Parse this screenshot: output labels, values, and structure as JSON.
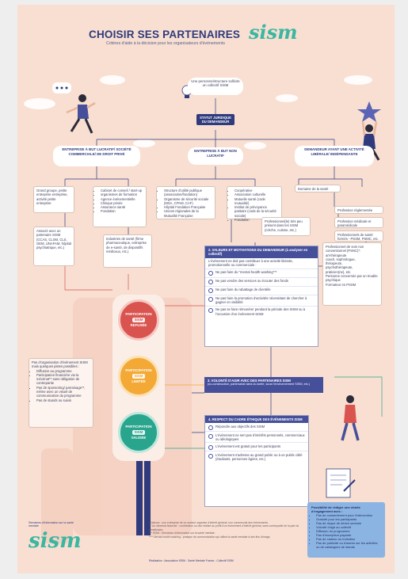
{
  "header": {
    "title": "CHOISIR SES PARTENAIRES",
    "brand_script": "sism",
    "subtitle": "Critères d'aide à la décision pour les organisateurs d'événements"
  },
  "request_bubble": "Une personne/structure sollicite un collectif SISM",
  "statut_label": "STATUT JURIDIQUE DU DEMANDEUR",
  "categories": {
    "left": "ENTREPRISE À BUT LUCRATIF/ SOCIÉTÉ COMMERCIALE/ DE DROIT PRIVÉ",
    "middle": "ENTREPRISE À BUT NON LUCRATIF",
    "right": "DEMANDEUR AYANT UNE ACTIVITÉ LIBÉRALE/ INDÉPENDANTE"
  },
  "left_boxes": {
    "groups": "Grand groupe, petite entreprise entreprise, activité petite entreprise",
    "cabinets": [
      "Cabinet de conseil / start-up",
      "organismes de formation",
      "Agence événementielle",
      "Clinique privée",
      "Assurance santé",
      "Fondation"
    ],
    "partner": "Associé avec un partenaire SISM (CCAS, CLSM, CLS, GEM, UNAFAM, hôpital psychiatrique, etc.)",
    "industry": "Industries de santé (firme pharmaceutique, entreprise de e-santé, de dispositifs médicaux, etc.)"
  },
  "middle_boxes": {
    "public": [
      "Structure d'utilité publique (association/fondation)",
      "Organisme de sécurité sociale (MSA, CPAM, CAF)",
      "Hôpital Fondation Française",
      "Unions régionales de la Mutualité Française"
    ],
    "coop": [
      "Coopérative",
      "Association culturelle",
      "Mutuelle santé (code mutualité)",
      "Institut de prévoyance paritaire (code de la sécurité sociale)",
      "Fondation"
    ]
  },
  "right_boxes": {
    "domain": "Domaine de la santé",
    "regulated": "Profession réglementée",
    "medical": "Profession médicale et paramédicale",
    "training": "Professionnels de santé formés - PSSM, PSMC, etc.",
    "unconventional": [
      "Professionnel de soin non conventionnel (PSNC)*:",
      "art-thérapeute",
      "coach, sophrologue,",
      "thérapeute,",
      "psychothérapeute,",
      "praticien(ne), etc.",
      "Personne concernée par un trouble psychique",
      "Formateur en PSSM"
    ],
    "pro_low": "Professionnel(le) très peu présent dans les SISM (crèche, cuisine, etc.)"
  },
  "panel_values": {
    "title": "2. VALEURS ET MOTIVATIONS DU DEMANDEUR (à analyser en collectif)",
    "intro": "L'événement ne doit pas contribuer à une activité libérale, promotionnelle ou commerciale :",
    "items": [
      "Ne pas faire du \"mental health washing\"**",
      "Ne pas vendre des services ou écouter des fonds",
      "Ne pas faire du rabattage de clientèle",
      "Ne pas faire la promotion d'activités nécessitant de chercher à gagner en visibilité",
      "Ne pas se faire rémunérer pendant la période des SISM ou à l'occasion d'un événement SISM"
    ]
  },
  "panel_partners": {
    "title": "3. VOLONTÉ D'AGIR AVEC DES PARTENAIRES SISM",
    "sub": "(co-construction, partenariat dans la durée, sous l'environnement SISM, etc.)"
  },
  "panel_ethics": {
    "title": "4. RESPECT DU CADRE ÉTHIQUE DES ÉVÉNEMENTS SISM",
    "items": [
      "Répondre aux objectifs des SISM",
      "L'événement ne sert pas d'intérêts personnels, commerciaux ou idéologiques",
      "L'événement est gratuit pour les participants",
      "L'événement s'adresse au grand public ou à un public ciblé (étudiants, personnes âgées, etc.)"
    ]
  },
  "participation": {
    "word": "PARTICIPATION",
    "brand": "SISM",
    "states": [
      "REFUSÉE",
      "LIMITÉE",
      "VALIDÉE"
    ],
    "colors": [
      "#d9534f",
      "#f4a937",
      "#2aa58d"
    ]
  },
  "left_notes": {
    "intro": "Pas d'organisation d'événement SISM mais quelques pistes possibles :",
    "items": [
      "Diffusion au programme",
      "Participation financière via la mécénat** sans obligation de contrepartie",
      "Pas de sponsoring/ parrainage**, même avec un visuel de communication du programme",
      "Pas de stands ou suivis"
    ]
  },
  "blue_note": {
    "title": "Possibilité de rédiger une charte d'engagement avec :",
    "items": [
      "Pas de consentement pour l'intervention",
      "Gratuité pour les participants",
      "Pas de risque de dérive sectaire",
      "Volonté d'agir au collectif",
      "Diffusion du programme",
      "Pas d'inscription payante",
      "Pas de cadeau ou incitation",
      "Pas de publicité ou d'autres sur les activités ou de catalogues de stands"
    ]
  },
  "footnotes": [
    "* Valeurs : une entreprise de ce secteur organise d'intérêt général, non commercial des événements.",
    "** Un mécénat financier : contribution ou don réalisé au profit d'un événement d'intérêt général, sans contrepartie de la part du bénéficiaire.",
    "*** SISM : Semaines d'information sur la santé mentale.",
    "**** Mental health washing : pratique de communication qui utilise la santé mentale à des fins d'image."
  ],
  "credits": "Réalisation : Association SISM - Santé Mentale France - Collectif SISM",
  "logo_tagline": "Semaines d'information sur la santé mentale"
}
